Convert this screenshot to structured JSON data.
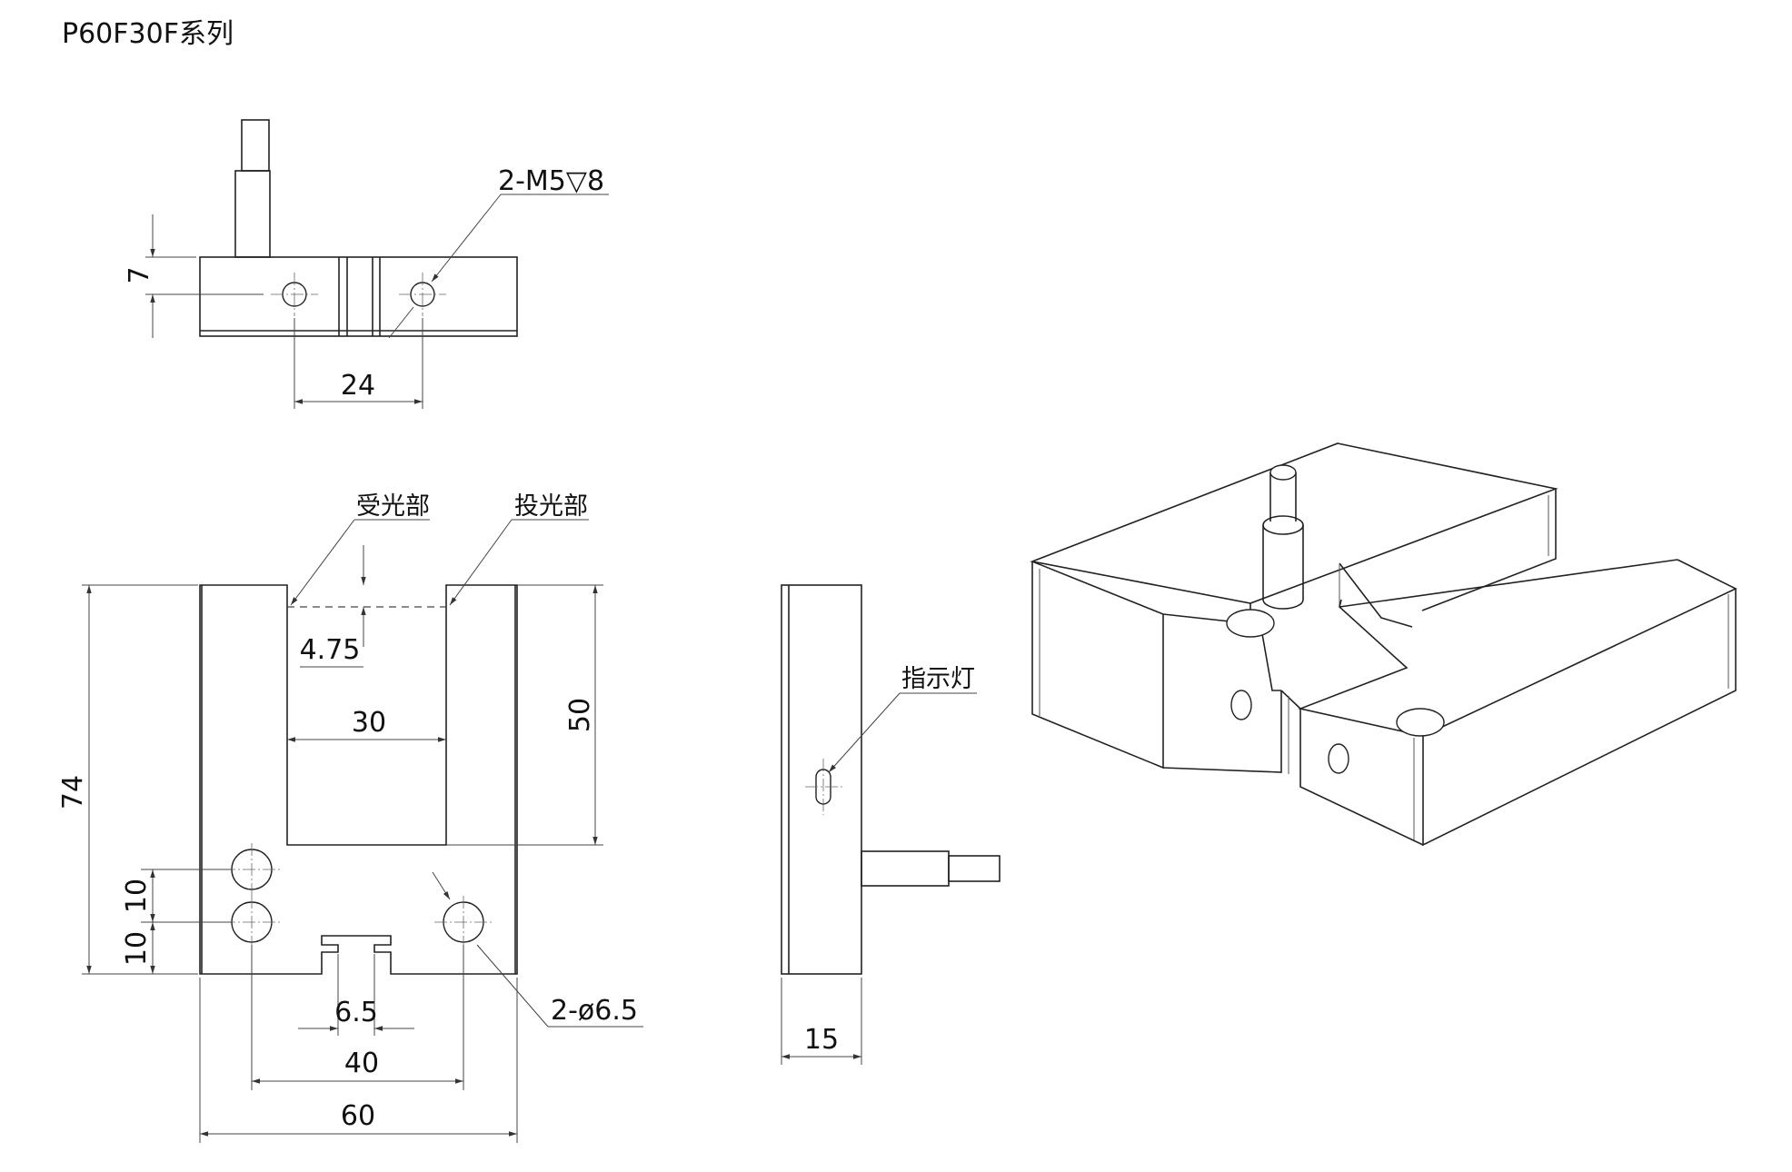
{
  "title": "P60F30F系列",
  "top_view": {
    "hole_callout": "2-M5▽8",
    "dim_height": "7",
    "dim_spacing": "24"
  },
  "front_view": {
    "receiver_label": "受光部",
    "emitter_label": "投光部",
    "dim_offset": "4.75",
    "dim_slot_width": "30",
    "dim_slot_depth": "50",
    "dim_total_height": "74",
    "dim_hole_pitch_upper": "10",
    "dim_hole_pitch_lower": "10",
    "dim_key_width": "6.5",
    "dim_hole_spacing": "40",
    "dim_total_width": "60",
    "hole_callout": "2-ø6.5"
  },
  "side_view": {
    "indicator_label": "指示灯",
    "dim_thickness": "15"
  },
  "colors": {
    "line": "#222222",
    "dimension": "#444444",
    "background": "#ffffff"
  }
}
